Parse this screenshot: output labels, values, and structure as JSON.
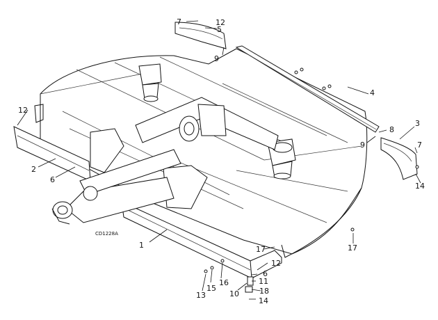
{
  "figure": {
    "code": "CD1228A",
    "callouts": [
      {
        "id": "c7a",
        "text": "7"
      },
      {
        "id": "c12a",
        "text": "12"
      },
      {
        "id": "c5",
        "text": "5"
      },
      {
        "id": "c9a",
        "text": "9"
      },
      {
        "id": "c4",
        "text": "4"
      },
      {
        "id": "c3",
        "text": "3"
      },
      {
        "id": "c8",
        "text": "8"
      },
      {
        "id": "c9b",
        "text": "9"
      },
      {
        "id": "c7b",
        "text": "7"
      },
      {
        "id": "c14a",
        "text": "14"
      },
      {
        "id": "c12b",
        "text": "12"
      },
      {
        "id": "c2",
        "text": "2"
      },
      {
        "id": "c6a",
        "text": "6"
      },
      {
        "id": "c1",
        "text": "1"
      },
      {
        "id": "c17a",
        "text": "17"
      },
      {
        "id": "c17b",
        "text": "17"
      },
      {
        "id": "c12c",
        "text": "12"
      },
      {
        "id": "c6b",
        "text": "6"
      },
      {
        "id": "c11",
        "text": "11"
      },
      {
        "id": "c16",
        "text": "16"
      },
      {
        "id": "c15",
        "text": "15"
      },
      {
        "id": "c13",
        "text": "13"
      },
      {
        "id": "c10",
        "text": "10"
      },
      {
        "id": "c18",
        "text": "18"
      },
      {
        "id": "c14b",
        "text": "14"
      }
    ]
  }
}
